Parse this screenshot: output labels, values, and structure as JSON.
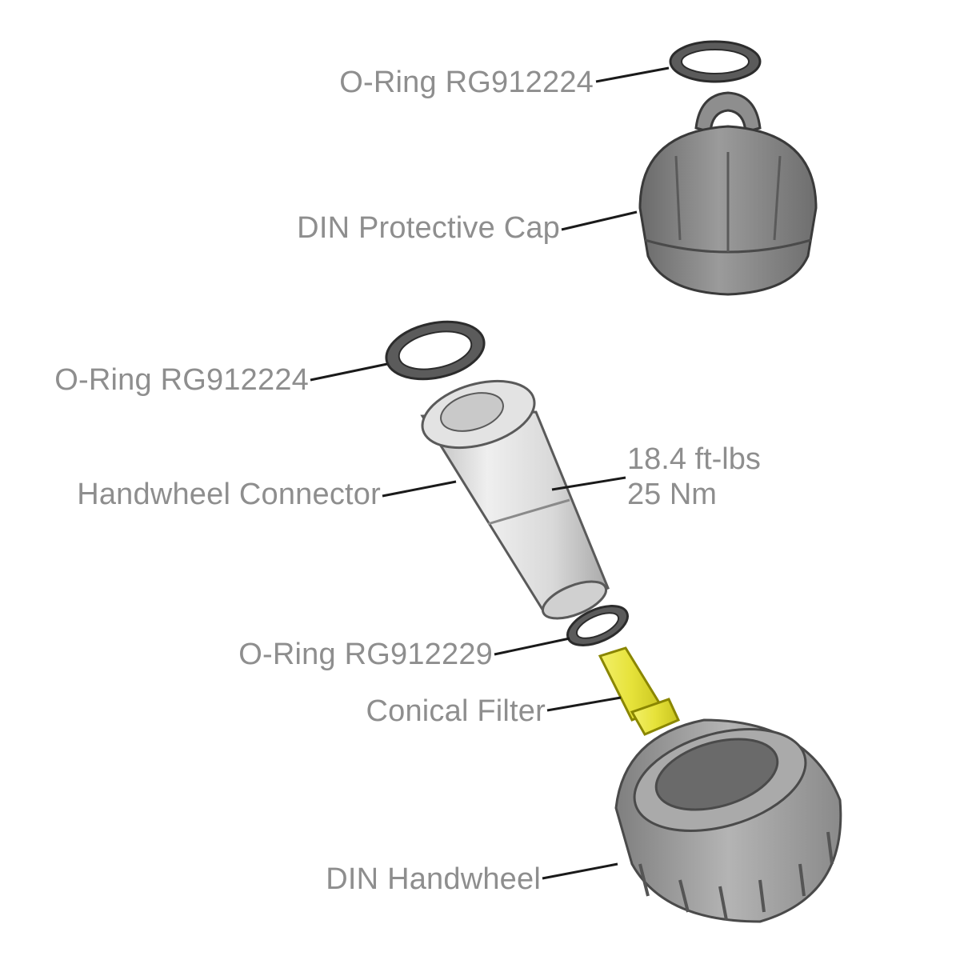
{
  "diagram": {
    "labels": {
      "oring_top": "O-Ring RG912224",
      "protective_cap": "DIN Protective Cap",
      "oring_middle": "O-Ring RG912224",
      "handwheel_connector": "Handwheel Connector",
      "torque_imperial": "18.4 ft-lbs",
      "torque_metric": "25 Nm",
      "oring_small": "O-Ring RG912229",
      "conical_filter": "Conical Filter",
      "handwheel": "DIN Handwheel"
    },
    "colors": {
      "label_text": "#8e8e8e",
      "leader_line": "#1a1a1a",
      "oring": "#5a5a5a",
      "cap": "#7d7d7d",
      "metal": "#d6d6d6",
      "filter": "#e3e13a",
      "handwheel": "#9a9a9a"
    }
  }
}
